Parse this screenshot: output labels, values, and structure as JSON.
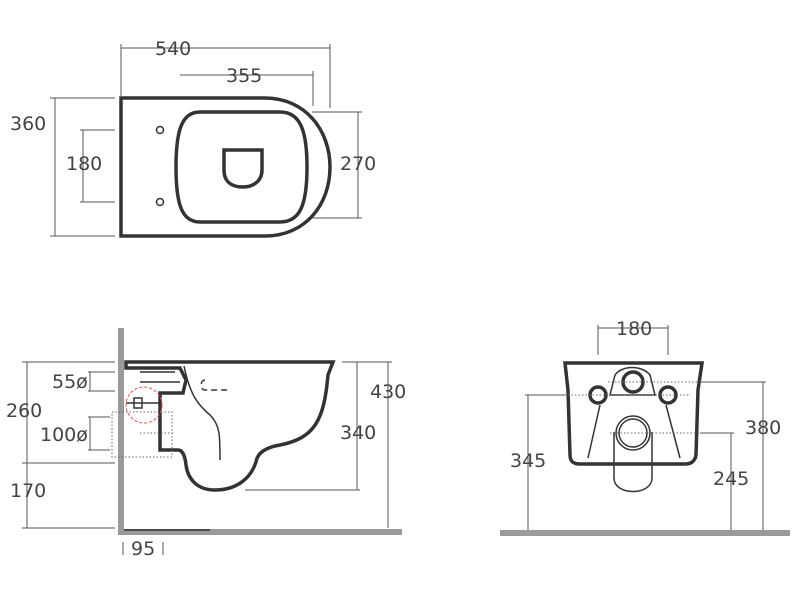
{
  "top_view": {
    "overall_length": "540",
    "seat_length": "355",
    "overall_width": "360",
    "fixing_spacing": "180",
    "seat_width": "270"
  },
  "side_view": {
    "top_height": "430",
    "bowl_depth": "340",
    "inlet_height": "260",
    "outlet_height": "170",
    "inlet_diameter": "55ø",
    "outlet_diameter": "100ø",
    "wall_offset": "95"
  },
  "front_view": {
    "fixing_spacing": "180",
    "fixing_height": "380",
    "inlet_height": "345",
    "outlet_height": "245"
  },
  "colors": {
    "line": "#333333",
    "floor": "#9a9a9a",
    "marker": "#e05050"
  }
}
